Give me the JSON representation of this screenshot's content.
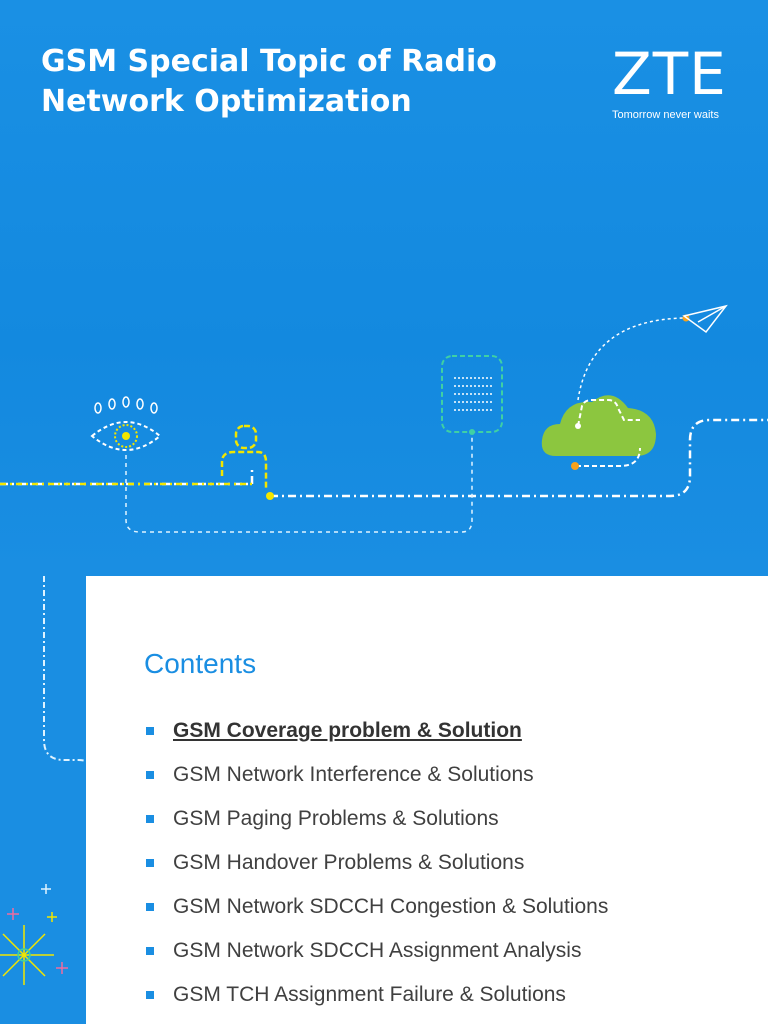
{
  "header": {
    "title_line1": "GSM Special Topic of Radio",
    "title_line2": "Network Optimization"
  },
  "logo": {
    "brand": "ZTE",
    "slogan": "Tomorrow never waits"
  },
  "contents": {
    "heading": "Contents",
    "items": [
      {
        "label": "GSM Coverage problem & Solution",
        "active": true
      },
      {
        "label": "GSM Network Interference & Solutions",
        "active": false
      },
      {
        "label": "GSM Paging Problems & Solutions",
        "active": false
      },
      {
        "label": "GSM Handover Problems & Solutions",
        "active": false
      },
      {
        "label": "GSM Network SDCCH Congestion & Solutions",
        "active": false
      },
      {
        "label": "GSM Network SDCCH Assignment Analysis",
        "active": false
      },
      {
        "label": "GSM TCH Assignment Failure & Solutions",
        "active": false
      }
    ]
  },
  "colors": {
    "brand_blue": "#1a8ee2",
    "cloud_green": "#8cc63f",
    "accent_yellow": "#f2e600",
    "accent_orange": "#f7a21b",
    "text_gray": "#404040"
  },
  "icons": [
    "eye-icon",
    "person-icon",
    "document-icon",
    "cloud-icon",
    "paper-plane-icon",
    "firework-icon"
  ]
}
